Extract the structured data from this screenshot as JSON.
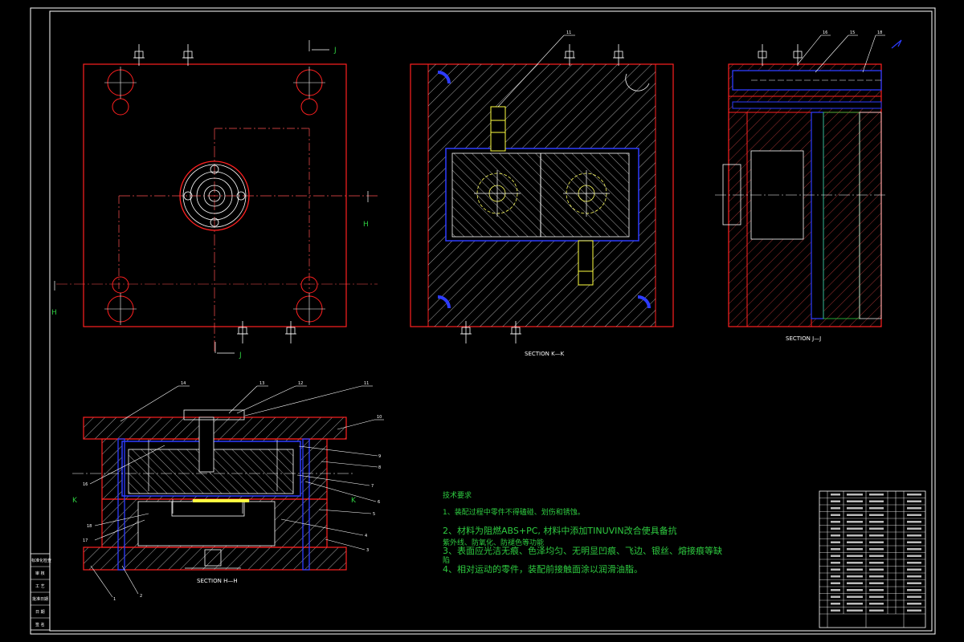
{
  "views": {
    "kk_caption": "SECTION K—K",
    "jj_caption": "SECTION J—J",
    "hh_caption": "SECTION H—H",
    "section_letters": {
      "j": "J",
      "h": "H",
      "k": "K"
    }
  },
  "callouts": {
    "kk": [
      "11"
    ],
    "jj": [
      "16",
      "15",
      "18"
    ],
    "hh_top": [
      "14",
      "13",
      "12",
      "11",
      "10"
    ],
    "hh_right": [
      "9",
      "8",
      "7",
      "6",
      "5",
      "4",
      "3"
    ],
    "hh_left": [
      "16",
      "18",
      "17"
    ],
    "hh_bottom": [
      "1",
      "2"
    ]
  },
  "notes": {
    "title": "技术要求",
    "items": [
      "1、装配过程中零件不得磕碰、划伤和锈蚀。",
      "2、材料为阻燃ABS+PC, 材料中添加TINUVIN改合使具备抗",
      "    紫外线、防氧化、防褪色等功能",
      "3、表面应光洁无痕、色泽均匀、无明显凹痕、飞边、银丝、熔接痕等缺",
      "    陷",
      "4、相对运动的零件，装配前接触面涂以润滑油脂。"
    ]
  },
  "left_strip": [
    "标准化检查",
    "审 核",
    "工 艺",
    "批准日期",
    "日 期",
    "签 名"
  ],
  "colors": {
    "background": "#000000",
    "frame": "#ffffff",
    "outline": "#ff2020",
    "hatch": "#ffffff",
    "cavity": "#2d3cff",
    "cut": "#ffff40",
    "note": "#2ecc40"
  }
}
